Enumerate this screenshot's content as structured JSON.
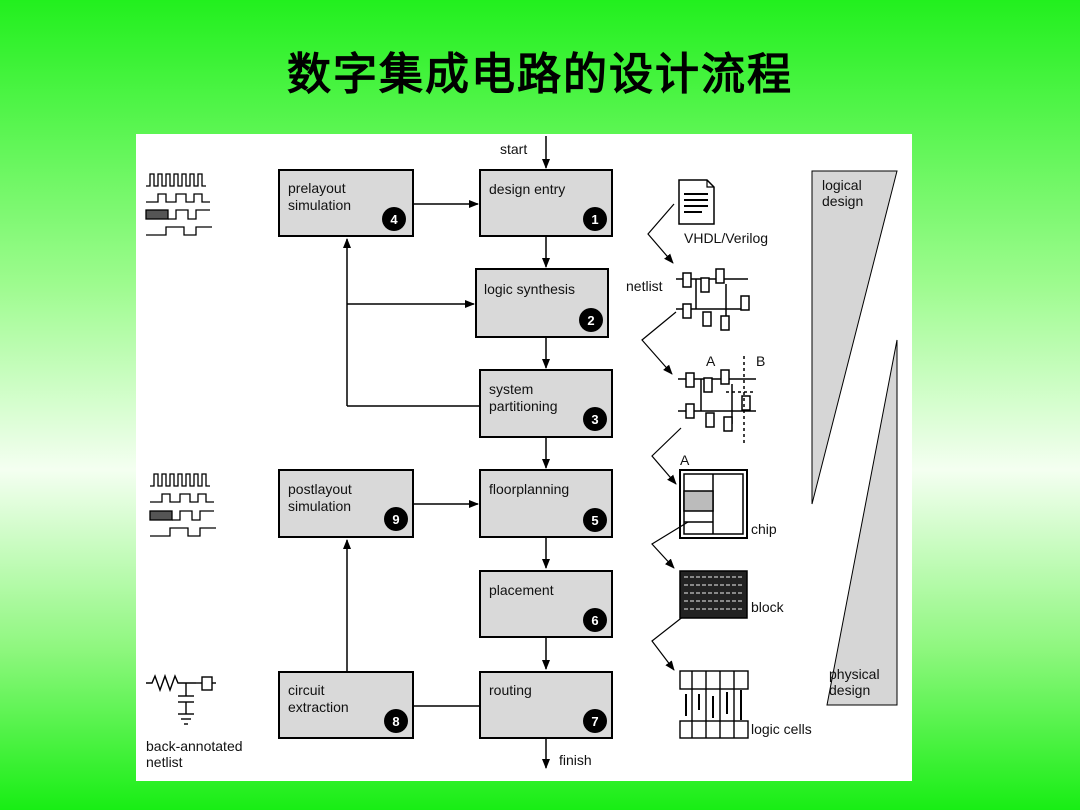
{
  "title": "数字集成电路的设计流程",
  "flow": {
    "start": "start",
    "finish": "finish",
    "steps": [
      {
        "id": "design-entry",
        "label_lines": [
          "design entry"
        ],
        "number": "1"
      },
      {
        "id": "logic-synthesis",
        "label_lines": [
          "logic synthesis"
        ],
        "number": "2"
      },
      {
        "id": "system-partitioning",
        "label_lines": [
          "system",
          "partitioning"
        ],
        "number": "3"
      },
      {
        "id": "prelayout-simulation",
        "label_lines": [
          "prelayout",
          "simulation"
        ],
        "number": "4"
      },
      {
        "id": "floorplanning",
        "label_lines": [
          "floorplanning"
        ],
        "number": "5"
      },
      {
        "id": "placement",
        "label_lines": [
          "placement"
        ],
        "number": "6"
      },
      {
        "id": "routing",
        "label_lines": [
          "routing"
        ],
        "number": "7"
      },
      {
        "id": "circuit-extraction",
        "label_lines": [
          "circuit",
          "extraction"
        ],
        "number": "8"
      },
      {
        "id": "postlayout-simulation",
        "label_lines": [
          "postlayout",
          "simulation"
        ],
        "number": "9"
      }
    ]
  },
  "illustrations": {
    "vhdl": "VHDL/Verilog",
    "netlist": "netlist",
    "partition_a": "A",
    "partition_b": "B",
    "chip_a": "A",
    "chip": "chip",
    "block": "block",
    "logic_cells": "logic cells",
    "back_annotated_lines": [
      "back-annotated",
      "netlist"
    ]
  },
  "bars": {
    "logical_lines": [
      "logical",
      "design"
    ],
    "physical_lines": [
      "physical",
      "design"
    ]
  }
}
